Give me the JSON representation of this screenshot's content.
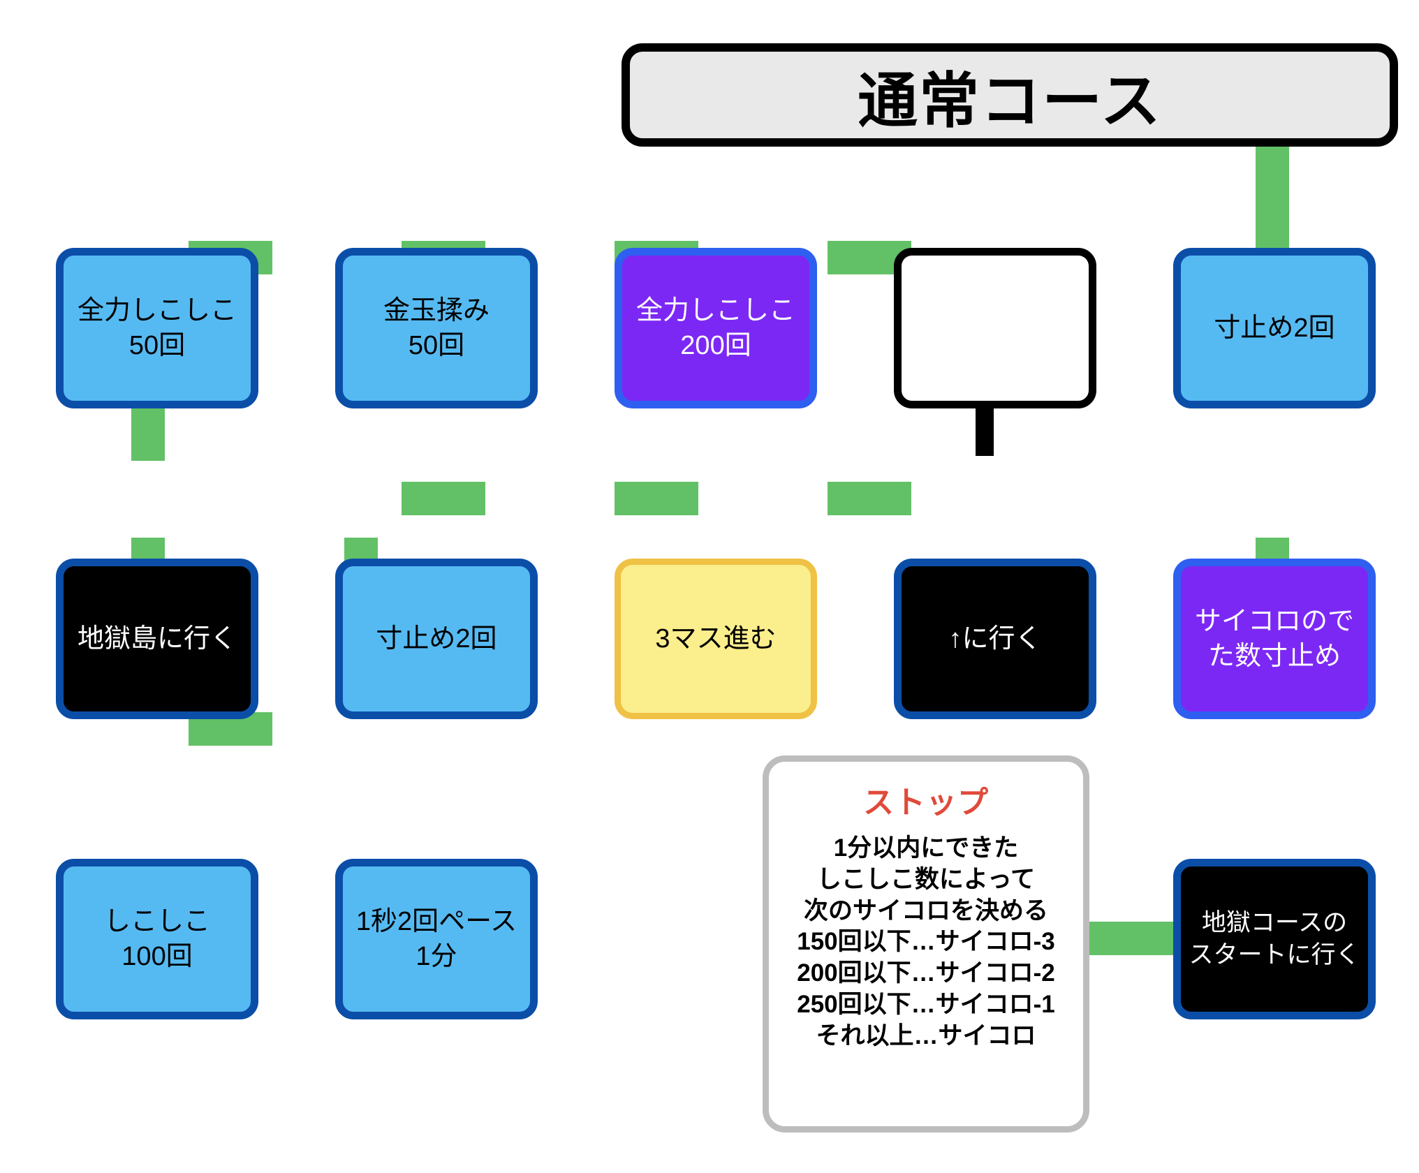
{
  "title": {
    "text": "通常コース"
  },
  "colors": {
    "connector_green": "#62c166",
    "blue_fill": "#56baf2",
    "blue_border": "#0b4ea8",
    "purple_fill": "#7c28f5",
    "purple_border": "#2f5ff0",
    "yellow_fill": "#fbee8c",
    "yellow_border": "#efc145",
    "black_fill": "#000000",
    "banner_fill": "#e9e9e9",
    "stop_title_red": "#e04a3a",
    "stop_panel_border": "#bdbdbd"
  },
  "nodes": [
    {
      "id": "r1c1",
      "label": "全力しこしこ\n50回",
      "style": "blue"
    },
    {
      "id": "r1c2",
      "label": "金玉揉み\n50回",
      "style": "blue"
    },
    {
      "id": "r1c3",
      "label": "全力しこしこ\n200回",
      "style": "purple"
    },
    {
      "id": "r1c4",
      "label": "",
      "style": "empty"
    },
    {
      "id": "r1c5",
      "label": "寸止め2回",
      "style": "blue"
    },
    {
      "id": "r2c1",
      "label": "地獄島に行く",
      "style": "black"
    },
    {
      "id": "r2c2",
      "label": "寸止め2回",
      "style": "blue"
    },
    {
      "id": "r2c3",
      "label": "3マス進む",
      "style": "yellow"
    },
    {
      "id": "r2c4",
      "label": "↑に行く",
      "style": "black"
    },
    {
      "id": "r2c5",
      "label": "サイコロので\nた数寸止め",
      "style": "purple"
    },
    {
      "id": "r3c1",
      "label": "しこしこ\n100回",
      "style": "blue"
    },
    {
      "id": "r3c2",
      "label": "1秒2回ペース\n1分",
      "style": "blue"
    },
    {
      "id": "r3c5",
      "label": "地獄コースの\nスタートに行く",
      "style": "black"
    }
  ],
  "stop_panel": {
    "title": "ストップ",
    "body": "1分以内にできた\nしこしこ数によって\n次のサイコロを決める\n150回以下…サイコロ-3\n200回以下…サイコロ-2\n250回以下…サイコロ-1\nそれ以上…サイコロ"
  }
}
